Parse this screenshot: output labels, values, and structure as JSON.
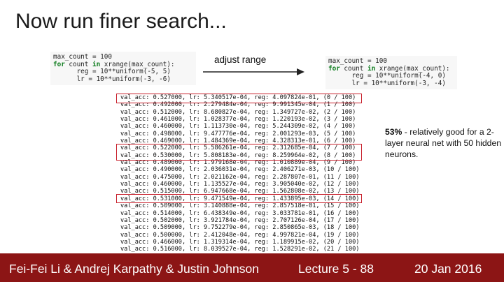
{
  "slide": {
    "title": "Now run finer search...",
    "arrow_label": "adjust range",
    "code_left": {
      "line1": "max_count = 100",
      "line2_kw": "for",
      "line2_a": " count ",
      "line2_kw2": "in",
      "line2_b": " xrange(max_count):",
      "line3": "      reg = 10**uniform(-5, 5)",
      "line4": "      lr = 10**uniform(-3, -6)"
    },
    "code_right": {
      "line1": "max_count = 100",
      "line2_kw": "for",
      "line2_a": " count ",
      "line2_kw2": "in",
      "line2_b": " xrange(max_count):",
      "line3": "      reg = 10**uniform(-4, 0)",
      "line4": "      lr = 10**uniform(-3, -4)"
    },
    "log_lines": [
      "val_acc: 0.527000, lr: 5.340517e-04, reg: 4.097824e-01, (0 / 100)",
      "val_acc: 0.492000, lr: 2.279484e-04, reg: 9.991345e-04, (1 / 100)",
      "val_acc: 0.512000, lr: 8.680827e-04, reg: 1.349727e-02, (2 / 100)",
      "val_acc: 0.461000, lr: 1.028377e-04, reg: 1.220193e-02, (3 / 100)",
      "val_acc: 0.460000, lr: 1.113730e-04, reg: 5.244309e-02, (4 / 100)",
      "val_acc: 0.498000, lr: 9.477776e-04, reg: 2.001293e-03, (5 / 100)",
      "val_acc: 0.469000, lr: 1.484369e-04, reg: 4.328313e-01, (6 / 100)",
      "val_acc: 0.522000, lr: 5.586261e-04, reg: 2.312685e-04, (7 / 100)",
      "val_acc: 0.530000, lr: 5.808183e-04, reg: 8.259964e-02, (8 / 100)",
      "val_acc: 0.489000, lr: 1.979168e-04, reg: 1.010889e-04, (9 / 100)",
      "val_acc: 0.490000, lr: 2.036031e-04, reg: 2.406271e-03, (10 / 100)",
      "val_acc: 0.475000, lr: 2.021162e-04, reg: 2.287807e-01, (11 / 100)",
      "val_acc: 0.460000, lr: 1.135527e-04, reg: 3.905040e-02, (12 / 100)",
      "val_acc: 0.515000, lr: 6.947668e-04, reg: 1.562808e-02, (13 / 100)",
      "val_acc: 0.531000, lr: 9.471549e-04, reg: 1.433895e-03, (14 / 100)",
      "val_acc: 0.509000, lr: 3.140888e-04, reg: 2.857518e-01, (15 / 100)",
      "val_acc: 0.514000, lr: 6.438349e-04, reg: 3.033781e-01, (16 / 100)",
      "val_acc: 0.502000, lr: 3.921784e-04, reg: 2.707126e-04, (17 / 100)",
      "val_acc: 0.509000, lr: 9.752279e-04, reg: 2.850865e-03, (18 / 100)",
      "val_acc: 0.500000, lr: 2.412048e-04, reg: 4.997821e-04, (19 / 100)",
      "val_acc: 0.466000, lr: 1.319314e-04, reg: 1.189915e-02, (20 / 100)",
      "val_acc: 0.516000, lr: 8.039527e-04, reg: 1.528291e-02, (21 / 100)"
    ],
    "note_bold": "53%",
    "note_rest": " - relatively good for a 2-layer neural net with 50 hidden neurons."
  },
  "footer": {
    "authors": "Fei-Fei Li & Andrej Karpathy & Justin Johnson",
    "lecture": "Lecture 5 - 88",
    "date": "20 Jan 2016"
  },
  "colors": {
    "footer_bg": "#8c1515",
    "highlight": "#c8202c"
  }
}
